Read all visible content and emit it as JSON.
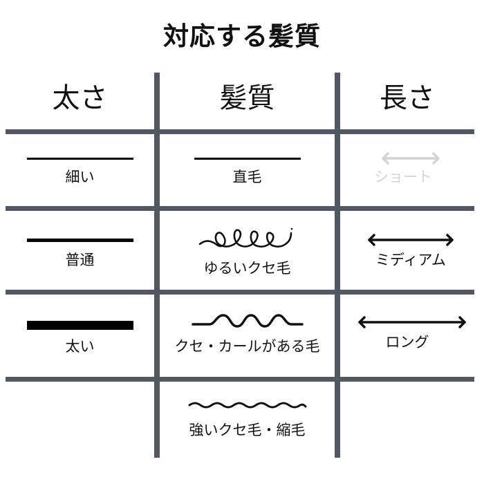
{
  "title": "対応する髪質",
  "colors": {
    "grid": "#525862",
    "ink": "#111111",
    "muted": "#d4d4d4"
  },
  "columns": [
    {
      "header": "太さ"
    },
    {
      "header": "髪質"
    },
    {
      "header": "長さ"
    }
  ],
  "rows": [
    {
      "thickness": {
        "label": "細い",
        "icon": "thin-line-icon"
      },
      "hair_type": {
        "label": "直毛",
        "icon": "straight-line-icon"
      },
      "length": {
        "label": "ショート",
        "icon": "short-double-arrow-icon",
        "muted": true
      }
    },
    {
      "thickness": {
        "label": "普通",
        "icon": "medium-line-icon"
      },
      "hair_type": {
        "label": "ゆるいクセ毛",
        "icon": "loose-curl-icon"
      },
      "length": {
        "label": "ミディアム",
        "icon": "medium-double-arrow-icon"
      }
    },
    {
      "thickness": {
        "label": "太い",
        "icon": "thick-line-icon"
      },
      "hair_type": {
        "label": "クセ・カールがある毛",
        "icon": "wave-icon"
      },
      "length": {
        "label": "ロング",
        "icon": "long-double-arrow-icon"
      }
    },
    {
      "thickness": {
        "label": "",
        "icon": ""
      },
      "hair_type": {
        "label": "強いクセ毛・縮毛",
        "icon": "tight-wave-icon"
      },
      "length": {
        "label": "",
        "icon": ""
      }
    }
  ]
}
